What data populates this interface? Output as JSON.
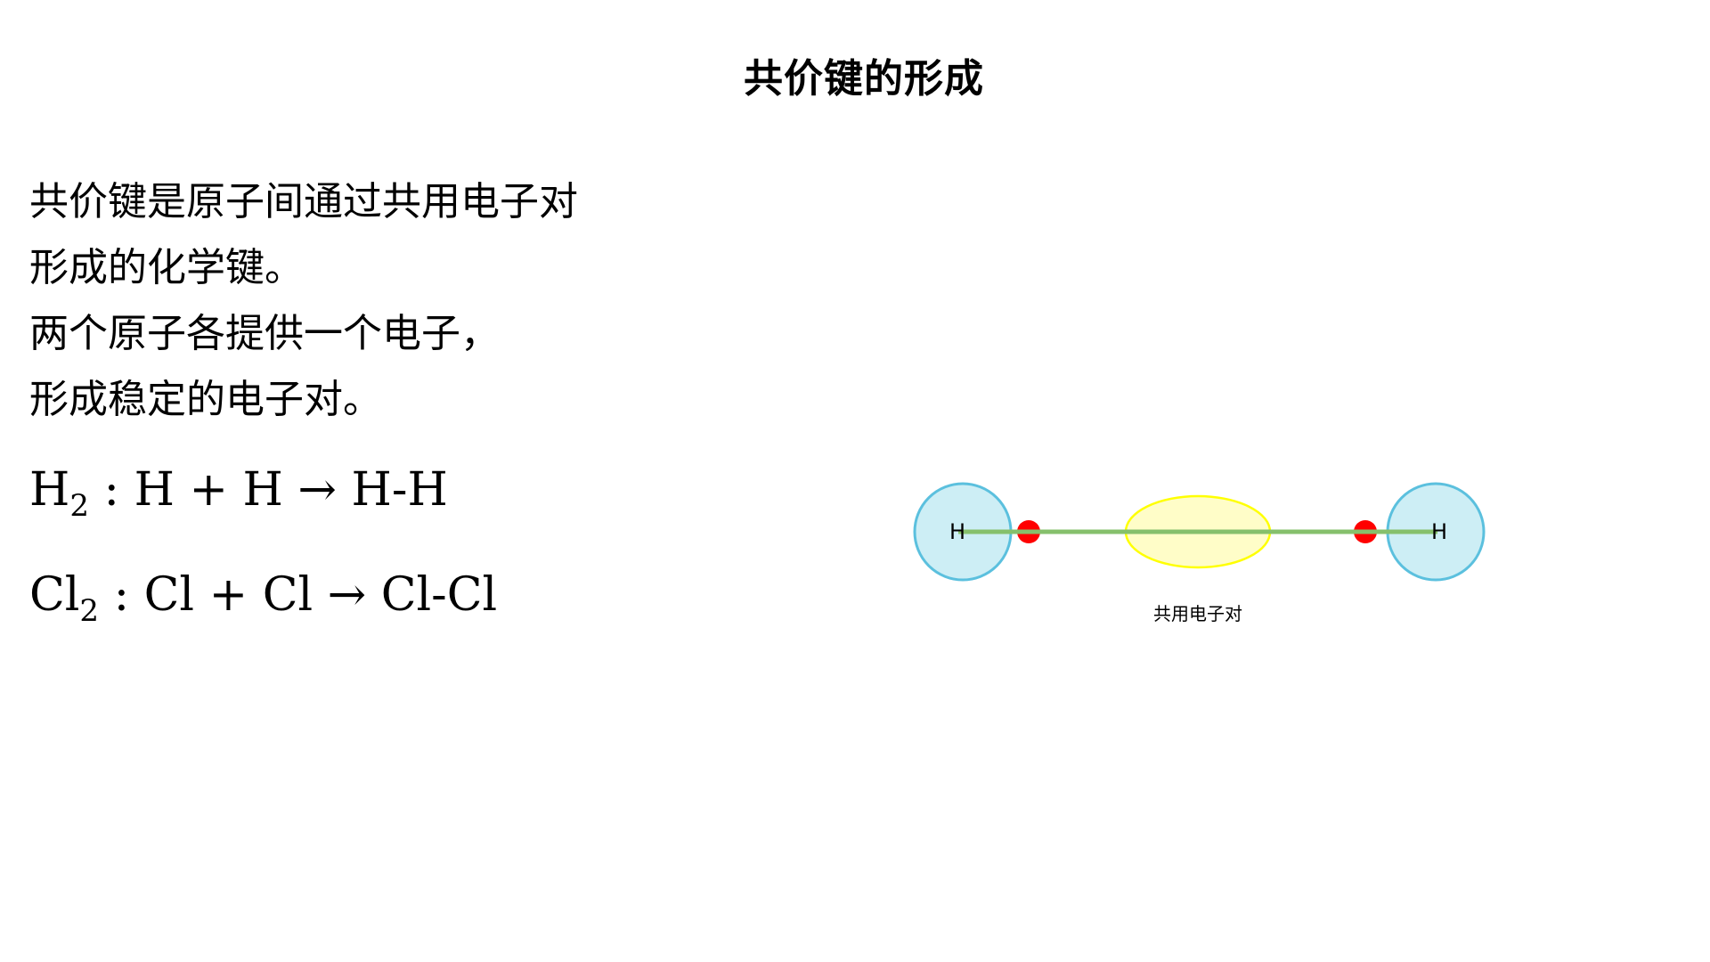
{
  "title": "共价键的形成",
  "description": {
    "lines": [
      "共价键是原子间通过共用电子对",
      "形成的化学键。",
      "两个原子各提供一个电子，",
      "形成稳定的电子对。"
    ]
  },
  "equations": [
    {
      "lhs": "H",
      "sub": "2",
      "rest": " : H + H → H-H"
    },
    {
      "lhs": "Cl",
      "sub": "2",
      "rest": " : Cl + Cl → Cl-Cl"
    }
  ],
  "diagram": {
    "left_atom": {
      "label": "H",
      "fill": "#cdeef5",
      "stroke": "#5bc0de"
    },
    "right_atom": {
      "label": "H",
      "fill": "#cdeef5",
      "stroke": "#5bc0de"
    },
    "electron_color": "#ff0000",
    "bond_color": "#86c06c",
    "shared_pair": {
      "fill": "#fffdc8",
      "stroke": "#ffff00",
      "label": "共用电子对"
    }
  }
}
